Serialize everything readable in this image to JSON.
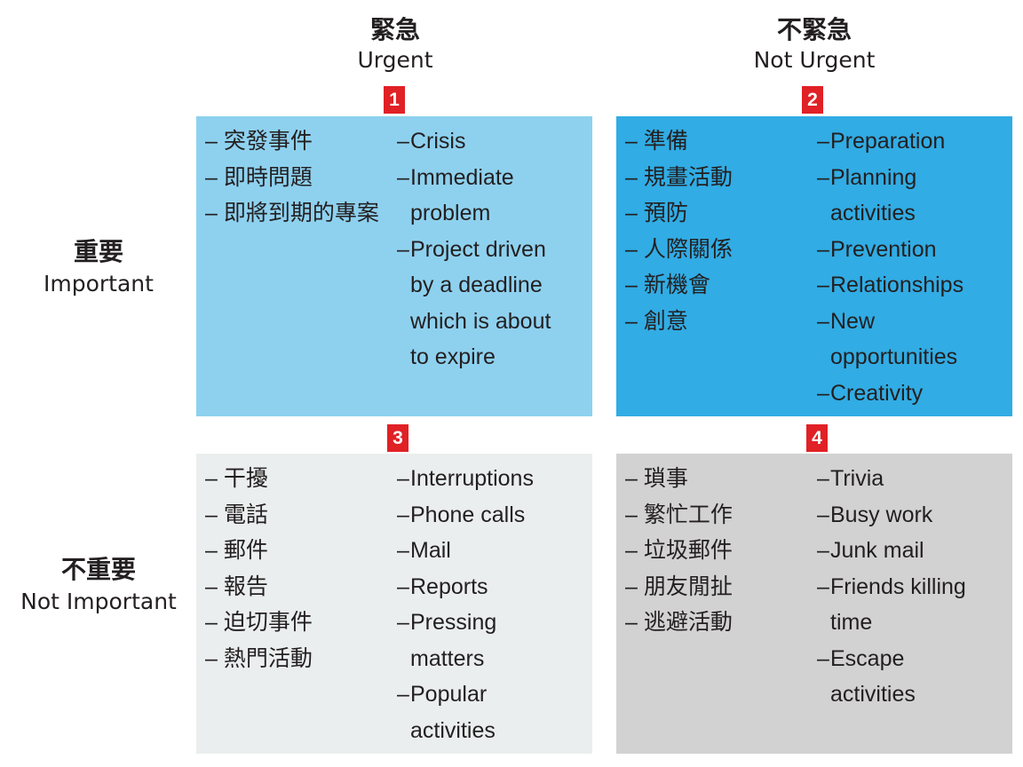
{
  "columns": {
    "urgent": {
      "zh": "緊急",
      "en": "Urgent"
    },
    "not_urgent": {
      "zh": "不緊急",
      "en": "Not Urgent"
    }
  },
  "rows": {
    "important": {
      "zh": "重要",
      "en": "Important"
    },
    "not_important": {
      "zh": "不重要",
      "en": "Not Important"
    }
  },
  "quadrants": [
    {
      "number": "1",
      "color": "#8ed1ef",
      "zh_items": [
        "突發事件",
        "即時問題",
        "即將到期的專案"
      ],
      "en_lines": [
        "–Crisis",
        "–Immediate",
        "problem",
        "–Project driven",
        "by a deadline",
        "which is about",
        "to expire"
      ]
    },
    {
      "number": "2",
      "color": "#31ace4",
      "zh_items": [
        "準備",
        "規畫活動",
        "預防",
        "人際關係",
        "新機會",
        "創意"
      ],
      "en_lines": [
        "–Preparation",
        "–Planning",
        "activities",
        "–Prevention",
        "–Relationships",
        "–New",
        "opportunities",
        "–Creativity"
      ]
    },
    {
      "number": "3",
      "color": "#ebeeee",
      "zh_items": [
        "干擾",
        "電話",
        "郵件",
        "報告",
        "迫切事件",
        "熱門活動"
      ],
      "en_lines": [
        "–Interruptions",
        "–Phone calls",
        "–Mail",
        "–Reports",
        "–Pressing",
        "matters",
        "–Popular",
        "activities"
      ]
    },
    {
      "number": "4",
      "color": "#d2d2d2",
      "zh_items": [
        "瑣事",
        "繁忙工作",
        "垃圾郵件",
        "朋友閒扯",
        "逃避活動"
      ],
      "en_lines": [
        "–Trivia",
        "–Busy work",
        "–Junk mail",
        "–Friends killing",
        "time",
        "–Escape",
        "activities"
      ]
    }
  ],
  "badge_color": "#e02126"
}
